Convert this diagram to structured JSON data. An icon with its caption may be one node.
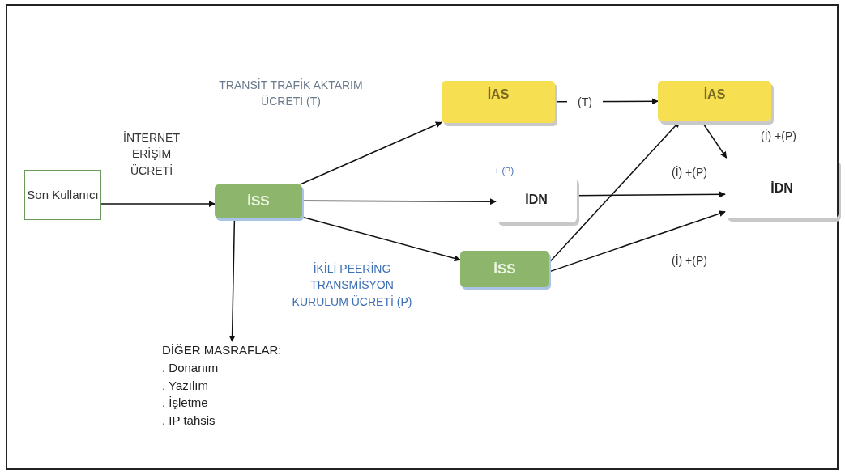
{
  "diagram": {
    "nodes": [
      {
        "text": [
          "Son Kullanıcı"
        ]
      },
      {
        "text": [
          "İSS"
        ]
      },
      {
        "text": [
          "İAS"
        ]
      },
      {
        "text": [
          "İAS"
        ]
      },
      {
        "text": [
          "İDN"
        ]
      },
      {
        "text": [
          "İDN"
        ]
      },
      {
        "text": [
          "İSS"
        ]
      },
      {
        "text": [
          "DİĞER MASRAFLAR:",
          ". Donanım",
          ". Yazılım",
          ". İşletme",
          ". IP tahsis"
        ]
      }
    ],
    "edges": [
      {
        "from": 0,
        "to": 1,
        "arrow": "to",
        "label": "İNTERNET ERİŞİM ÜCRETİ"
      },
      {
        "from": 1,
        "to": 2,
        "arrow": "to",
        "label": "TRANSİT TRAFİK AKTARIM ÜCRETİ (T)"
      },
      {
        "from": 1,
        "to": 4,
        "arrow": "to",
        "label": "+ (P)"
      },
      {
        "from": 1,
        "to": 6,
        "arrow": "to",
        "label": "İKİLİ PEERİNG TRANSMİSYON KURULUM ÜCRETİ (P)"
      },
      {
        "from": 1,
        "to": 7,
        "arrow": "to"
      },
      {
        "from": 2,
        "to": 3,
        "arrow": "to",
        "label": "(T)"
      },
      {
        "from": 3,
        "to": 5,
        "arrow": "to",
        "label": "(İ) +(P)"
      },
      {
        "from": 4,
        "to": 5,
        "arrow": "to",
        "label": "(İ) +(P)"
      },
      {
        "from": 6,
        "to": 3,
        "arrow": "to"
      },
      {
        "from": 6,
        "to": 5,
        "arrow": "to",
        "label": "(İ) +(P)"
      }
    ]
  }
}
